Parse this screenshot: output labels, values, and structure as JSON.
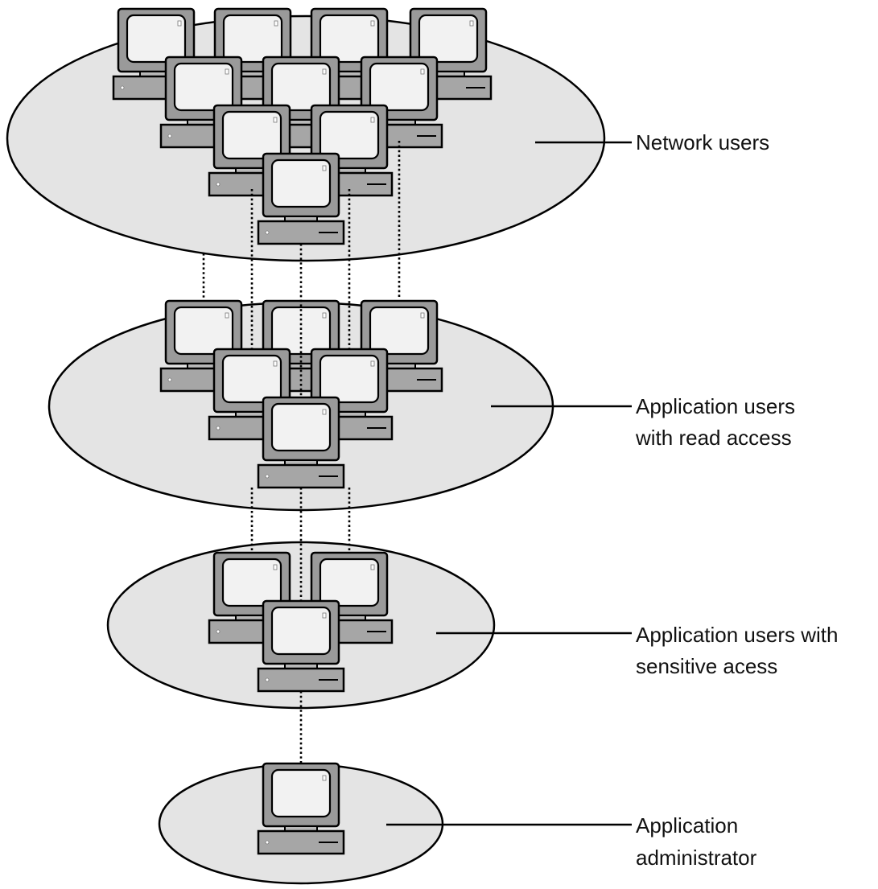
{
  "colors": {
    "ellipse_fill": "#e4e4e4",
    "monitor_bezel": "#9a9a9a",
    "screen": "#f2f2f2",
    "base": "#a6a6a6",
    "outline": "#000000"
  },
  "tiers": [
    {
      "id": "network-users",
      "label_lines": [
        "Network users"
      ],
      "computers": 10
    },
    {
      "id": "read-access",
      "label_lines": [
        "Application users",
        "with read access"
      ],
      "computers": 6
    },
    {
      "id": "sensitive-access",
      "label_lines": [
        "Application users with",
        "sensitive acess"
      ],
      "computers": 3
    },
    {
      "id": "administrator",
      "label_lines": [
        "Application",
        "administrator"
      ],
      "computers": 1
    }
  ]
}
